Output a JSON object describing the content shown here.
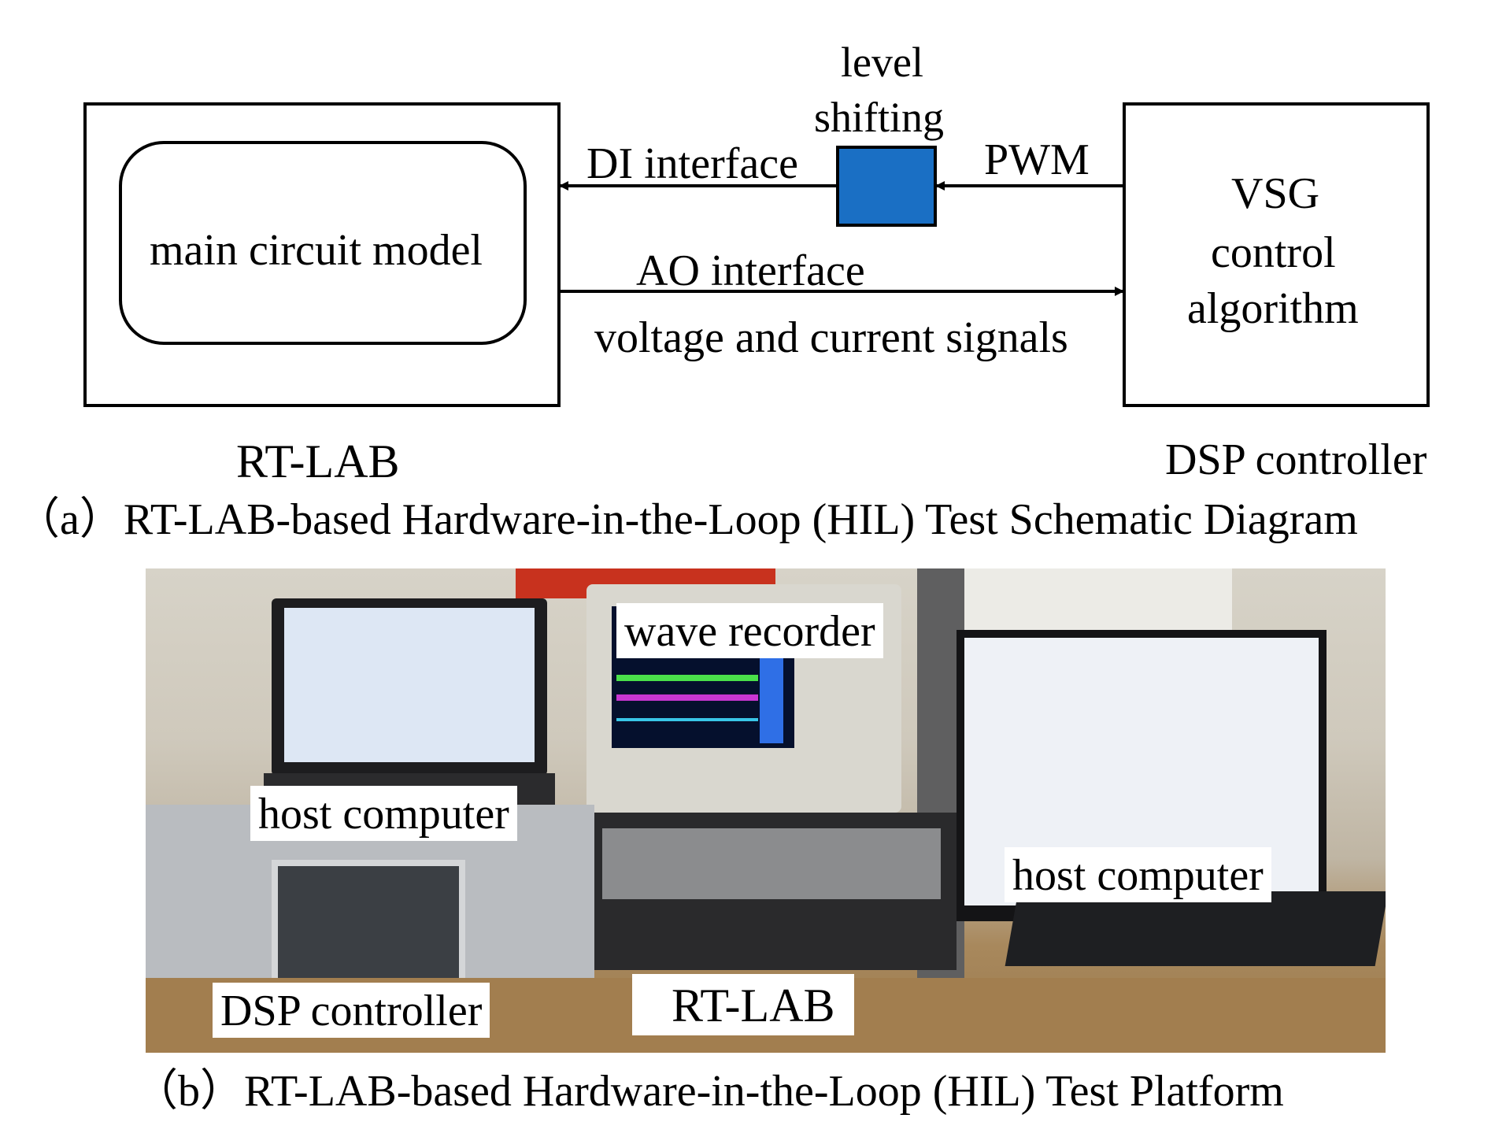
{
  "diagram": {
    "level_shifting_line1": "level",
    "level_shifting_line2": "shifting",
    "di_interface": "DI interface",
    "pwm": "PWM",
    "ao_interface": "AO interface",
    "voltage_current": "voltage and current signals",
    "main_circuit_model": "main circuit model",
    "vsg_line1": "VSG",
    "vsg_line2": "control",
    "vsg_line3": "algorithm",
    "rtlab_label": "RT-LAB",
    "dsp_label": "DSP controller",
    "level_shifter_color": "#1a6fc4"
  },
  "captions": {
    "a": "（a）RT-LAB-based Hardware-in-the-Loop (HIL) Test Schematic Diagram",
    "b": "（b）RT-LAB-based Hardware-in-the-Loop (HIL) Test Platform"
  },
  "photo": {
    "wave_recorder": "wave recorder",
    "host_computer_left": "host computer",
    "host_computer_right": "host computer",
    "dsp_controller": "DSP controller",
    "rtlab": "RT-LAB"
  }
}
